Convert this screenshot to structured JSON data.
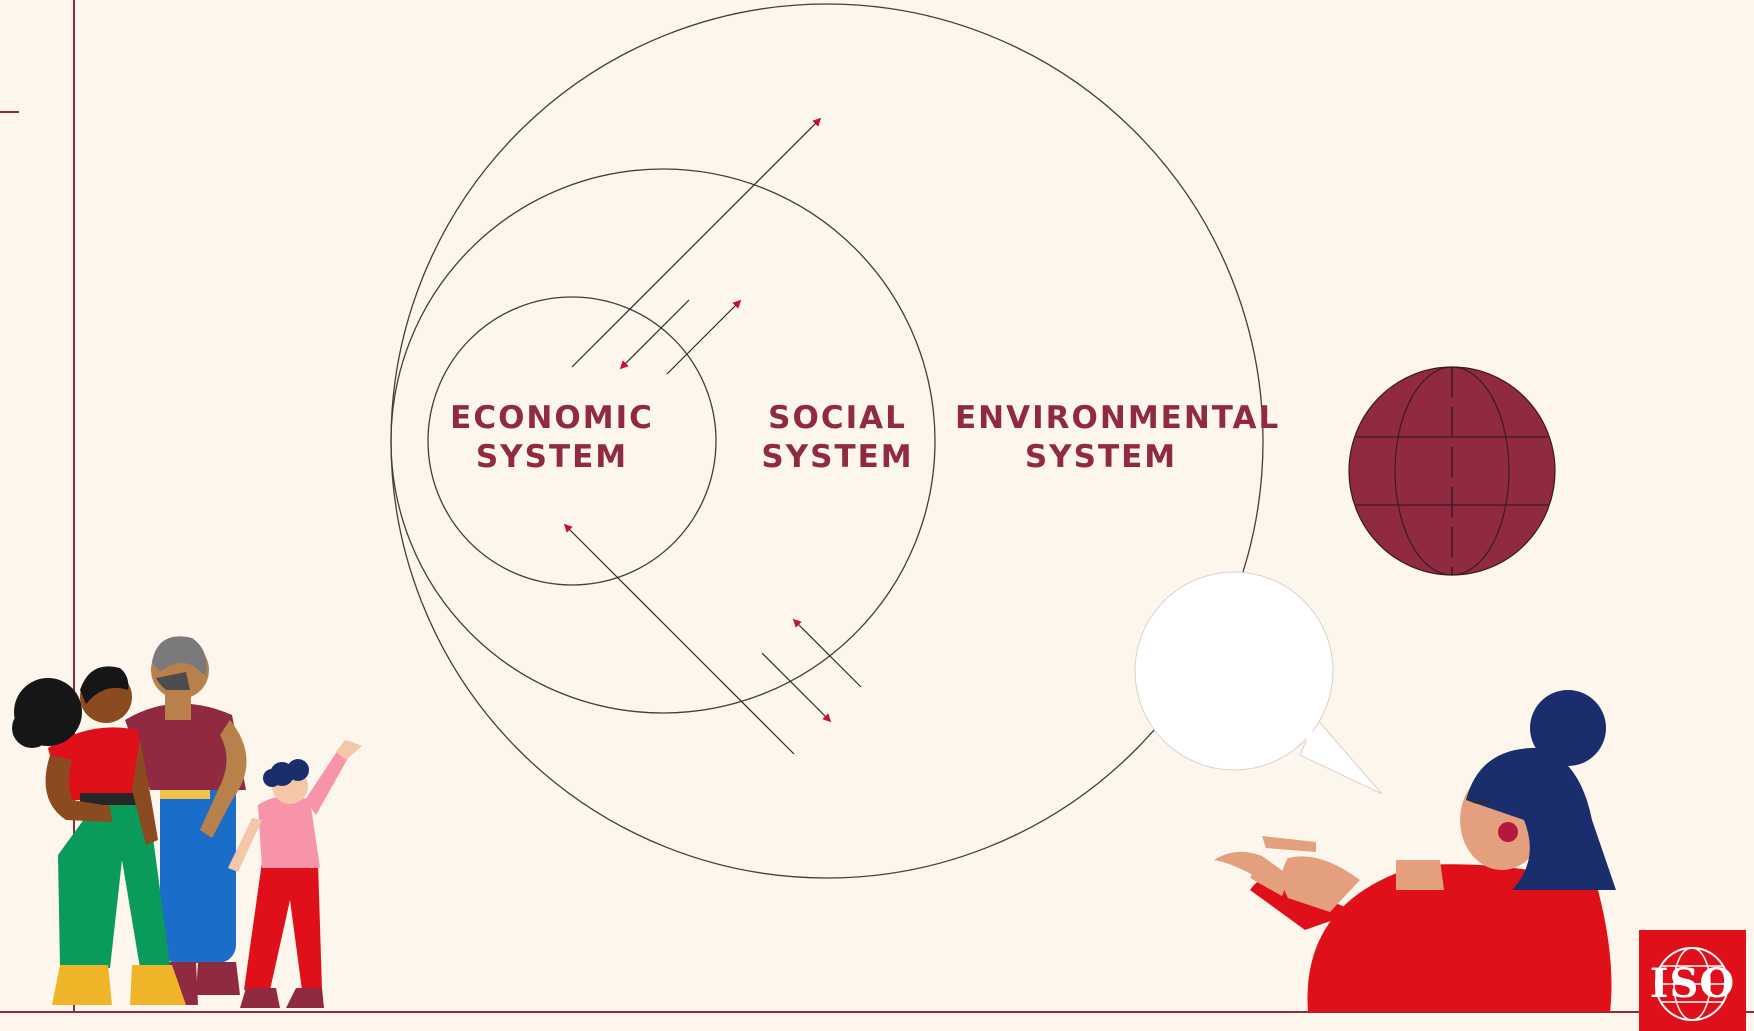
{
  "diagram": {
    "economic": {
      "line1": "ECONOMIC",
      "line2": "SYSTEM"
    },
    "social": {
      "line1": "SOCIAL",
      "line2": "SYSTEM"
    },
    "environmental": {
      "line1": "ENVIRONMENTAL",
      "line2": "SYSTEM"
    }
  },
  "logo": {
    "text": "ISO"
  },
  "colors": {
    "background": "#fcf6ec",
    "label": "#8f2a40",
    "arrow": "#c8102e",
    "globe": "#8f2a40",
    "iso_red": "#e0101a"
  },
  "icons": [
    "globe-icon",
    "speech-bubble-icon",
    "family-illustration",
    "presenter-illustration",
    "iso-globe-icon"
  ]
}
